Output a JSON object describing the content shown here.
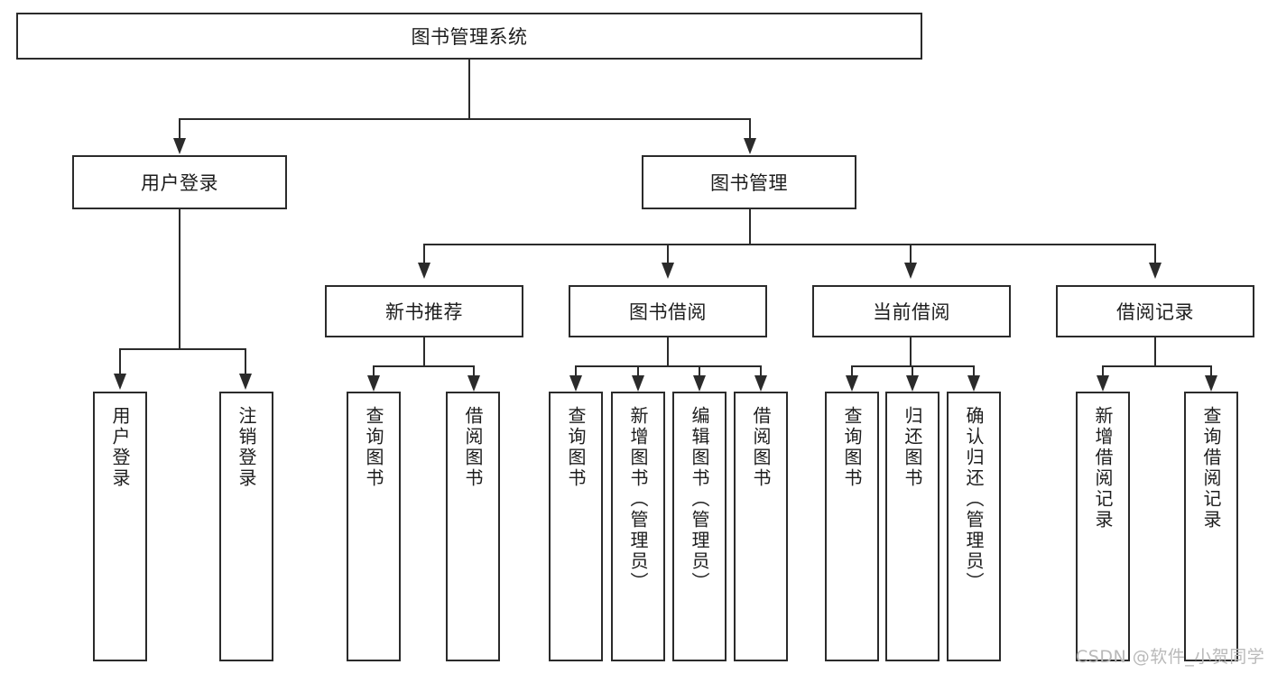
{
  "diagram": {
    "title": "图书管理系统",
    "type": "功能结构图",
    "colors": {
      "stroke": "#2b2b2b",
      "fill": "#ffffff",
      "text": "#1d1d1d",
      "watermark": "#b9b9b9"
    },
    "watermark": "CSDN @软件_小贺同学"
  },
  "nodes": {
    "root": {
      "label": "图书管理系统"
    },
    "level2": [
      {
        "label": "用户登录"
      },
      {
        "label": "图书管理"
      }
    ],
    "level3": [
      {
        "label": "新书推荐"
      },
      {
        "label": "图书借阅"
      },
      {
        "label": "当前借阅"
      },
      {
        "label": "借阅记录"
      }
    ],
    "leaves": {
      "user_login": [
        {
          "label": "用户登录"
        },
        {
          "label": "注销登录"
        }
      ],
      "new_book_recommend": [
        {
          "label": "查询图书"
        },
        {
          "label": "借阅图书"
        }
      ],
      "book_borrow": [
        {
          "label": "查询图书"
        },
        {
          "label": "新增图书（管理员）"
        },
        {
          "label": "编辑图书（管理员）"
        },
        {
          "label": "借阅图书"
        }
      ],
      "current_borrow": [
        {
          "label": "查询图书"
        },
        {
          "label": "归还图书"
        },
        {
          "label": "确认归还（管理员）"
        }
      ],
      "borrow_record": [
        {
          "label": "新增借阅记录"
        },
        {
          "label": "查询借阅记录"
        }
      ]
    }
  }
}
